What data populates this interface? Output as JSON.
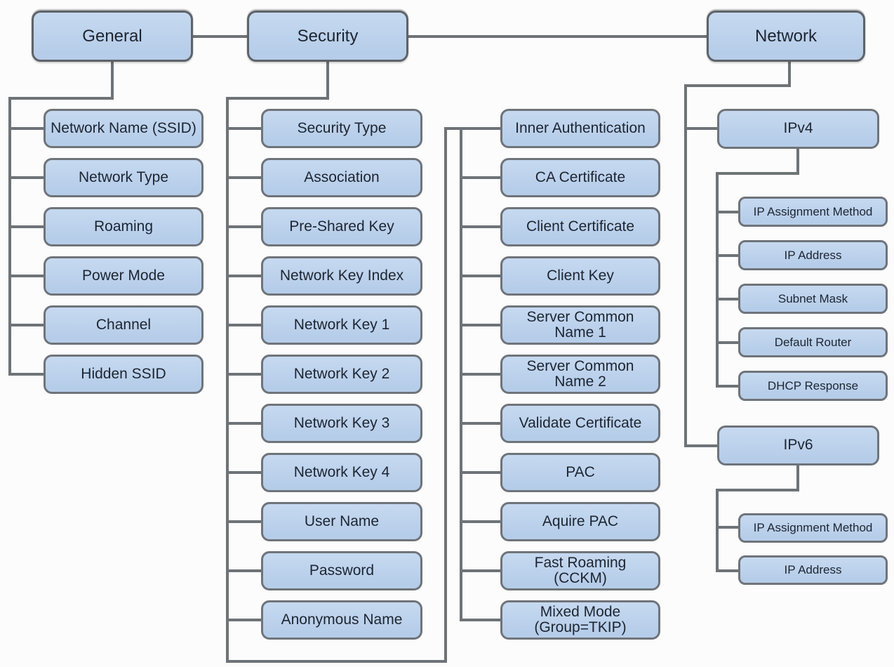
{
  "colors": {
    "box_fill_top": "#c6d9f0",
    "box_fill_bottom": "#b6cde9",
    "box_border": "#6f747a",
    "connector_line": "#6e7377",
    "text": "#1d2531",
    "background": "#fcfcfc"
  },
  "tree": {
    "roots": [
      {
        "label": "General",
        "children": [
          "Network Name (SSID)",
          "Network Type",
          "Roaming",
          "Power Mode",
          "Channel",
          "Hidden SSID"
        ]
      },
      {
        "label": "Security",
        "children": [
          "Security Type",
          "Association",
          "Pre-Shared Key",
          "Network Key Index",
          "Network Key 1",
          "Network Key 2",
          "Network Key 3",
          "Network Key 4",
          "User Name",
          "Password",
          "Anonymous Name"
        ],
        "children_extended": [
          "Inner Authentication",
          "CA Certificate",
          "Client Certificate",
          "Client Key",
          "Server Common Name 1",
          "Server Common Name 2",
          "Validate Certificate",
          "PAC",
          "Aquire PAC",
          "Fast Roaming (CCKM)",
          "Mixed Mode (Group=TKIP)"
        ]
      },
      {
        "label": "Network",
        "children": [
          {
            "label": "IPv4",
            "children": [
              "IP Assignment Method",
              "IP Address",
              "Subnet Mask",
              "Default Router",
              "DHCP Response"
            ]
          },
          {
            "label": "IPv6",
            "children": [
              "IP Assignment Method",
              "IP Address"
            ]
          }
        ]
      }
    ]
  }
}
